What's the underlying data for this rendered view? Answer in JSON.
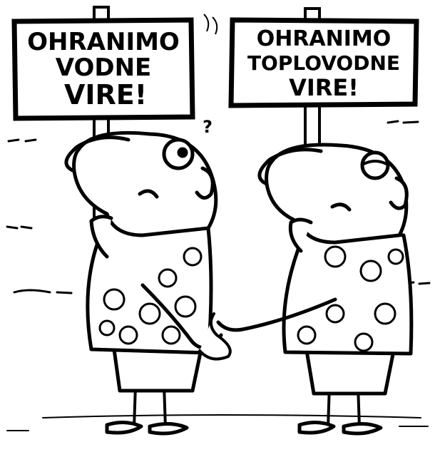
{
  "colors": {
    "ink": "#000000",
    "paper": "#ffffff"
  },
  "left_sign": {
    "line1": "OHRANIMO",
    "line2": "VODNE",
    "line3": "VIRE!"
  },
  "right_sign": {
    "line1": "OHRANIMO",
    "line2": "TOPLOVODNE",
    "line3": "VIRE!"
  },
  "marks": {
    "question_mark": "?"
  }
}
